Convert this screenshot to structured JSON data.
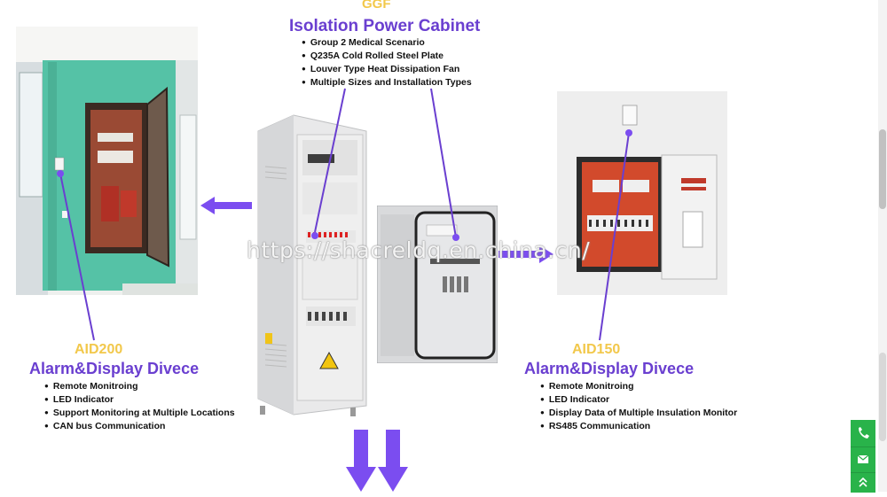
{
  "ggf": {
    "code": "GGF",
    "title": "Isolation Power Cabinet",
    "features": [
      "Group 2 Medical Scenario",
      "Q235A Cold Rolled Steel Plate",
      "Louver Type Heat Dissipation Fan",
      "Multiple Sizes and Installation Types"
    ]
  },
  "aid200": {
    "code": "AID200",
    "title": "Alarm&Display Divece",
    "features": [
      "Remote Monitroing",
      "LED Indicator",
      "Support Monitoring at Multiple Locations",
      "CAN bus Communication"
    ]
  },
  "aid150": {
    "code": "AID150",
    "title": "Alarm&Display Divece",
    "features": [
      "Remote Monitroing",
      "LED Indicator",
      "Display Data of Multiple Insulation Monitor",
      "RS485 Communication"
    ]
  },
  "watermark": "https://shacreldq.en.china.cn/",
  "colors": {
    "accent_purple": "#6a3fd0",
    "accent_yellow": "#f2c84b",
    "contact_green": "#29b34a"
  },
  "icons": {
    "phone": "phone-icon",
    "mail": "mail-icon",
    "top": "back-to-top-icon"
  }
}
